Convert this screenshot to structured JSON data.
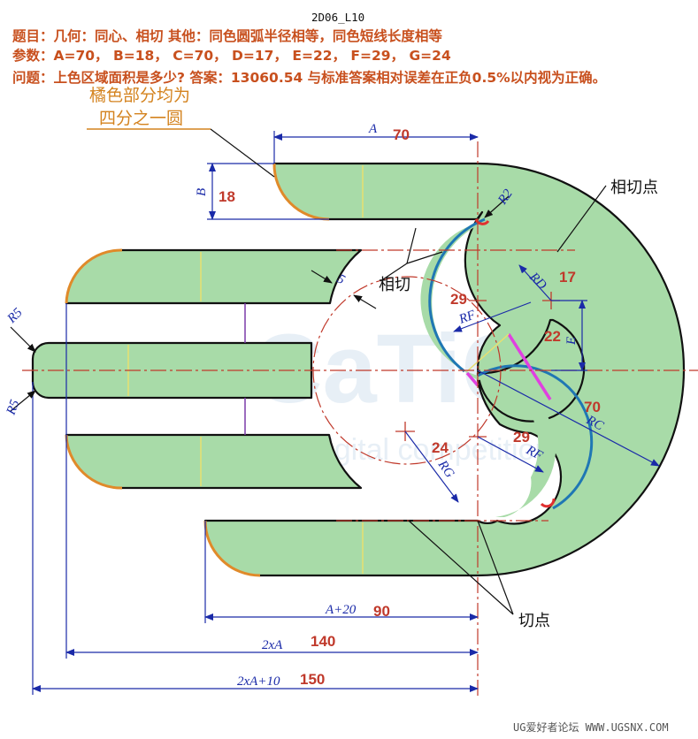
{
  "header": {
    "code": "2D06_L10",
    "line1": "题目：几何：同心、相切    其他：同色圆弧半径相等，同色短线长度相等",
    "line2": "参数：A=70， B=18， C=70， D=17， E=22， F=29， G=24",
    "line3": "问题：上色区域面积是多少? 答案：13060.54  与标准答案相对误差在正负0.5%以内视为正确。"
  },
  "callouts": {
    "orange_note_1": "橘色部分均为",
    "orange_note_2": "四分之一圆",
    "tangent_point": "相切点",
    "tangent": "相切",
    "tangent_points": "切点"
  },
  "dimensions": {
    "A": {
      "label": "A",
      "value": "70"
    },
    "B": {
      "label": "B",
      "value": "18"
    },
    "RD": {
      "label": "RD",
      "value": "17"
    },
    "E": {
      "label": "E",
      "value": "22"
    },
    "RF_top": {
      "label": "RF",
      "value": "29"
    },
    "RF_bottom": {
      "label": "RF",
      "value": "29"
    },
    "RC": {
      "label": "RC",
      "value": "70"
    },
    "RG": {
      "label": "RG",
      "value": "24"
    },
    "R2": {
      "label": "R2"
    },
    "five": {
      "label": "5"
    },
    "R5_top": {
      "label": "R5"
    },
    "R5_bottom": {
      "label": "R5"
    },
    "A20": {
      "label": "A+20",
      "value": "90"
    },
    "twoA": {
      "label": "2xA",
      "value": "140"
    },
    "twoA10": {
      "label": "2xA+10",
      "value": "150"
    }
  },
  "watermark": {
    "logo": "CaTiCs",
    "sub": "CAD digital competition",
    "footer": "UG爱好者论坛 WWW.UGSNX.COM"
  },
  "colors": {
    "fill": "#a8dba8",
    "outline": "#111111",
    "orange": "#e08a2a",
    "blue_arc": "#1f77b4",
    "magenta": "#e040e0",
    "dimension": "#1a2aa8",
    "value": "#c0392b",
    "centerline": "#c0392b"
  }
}
